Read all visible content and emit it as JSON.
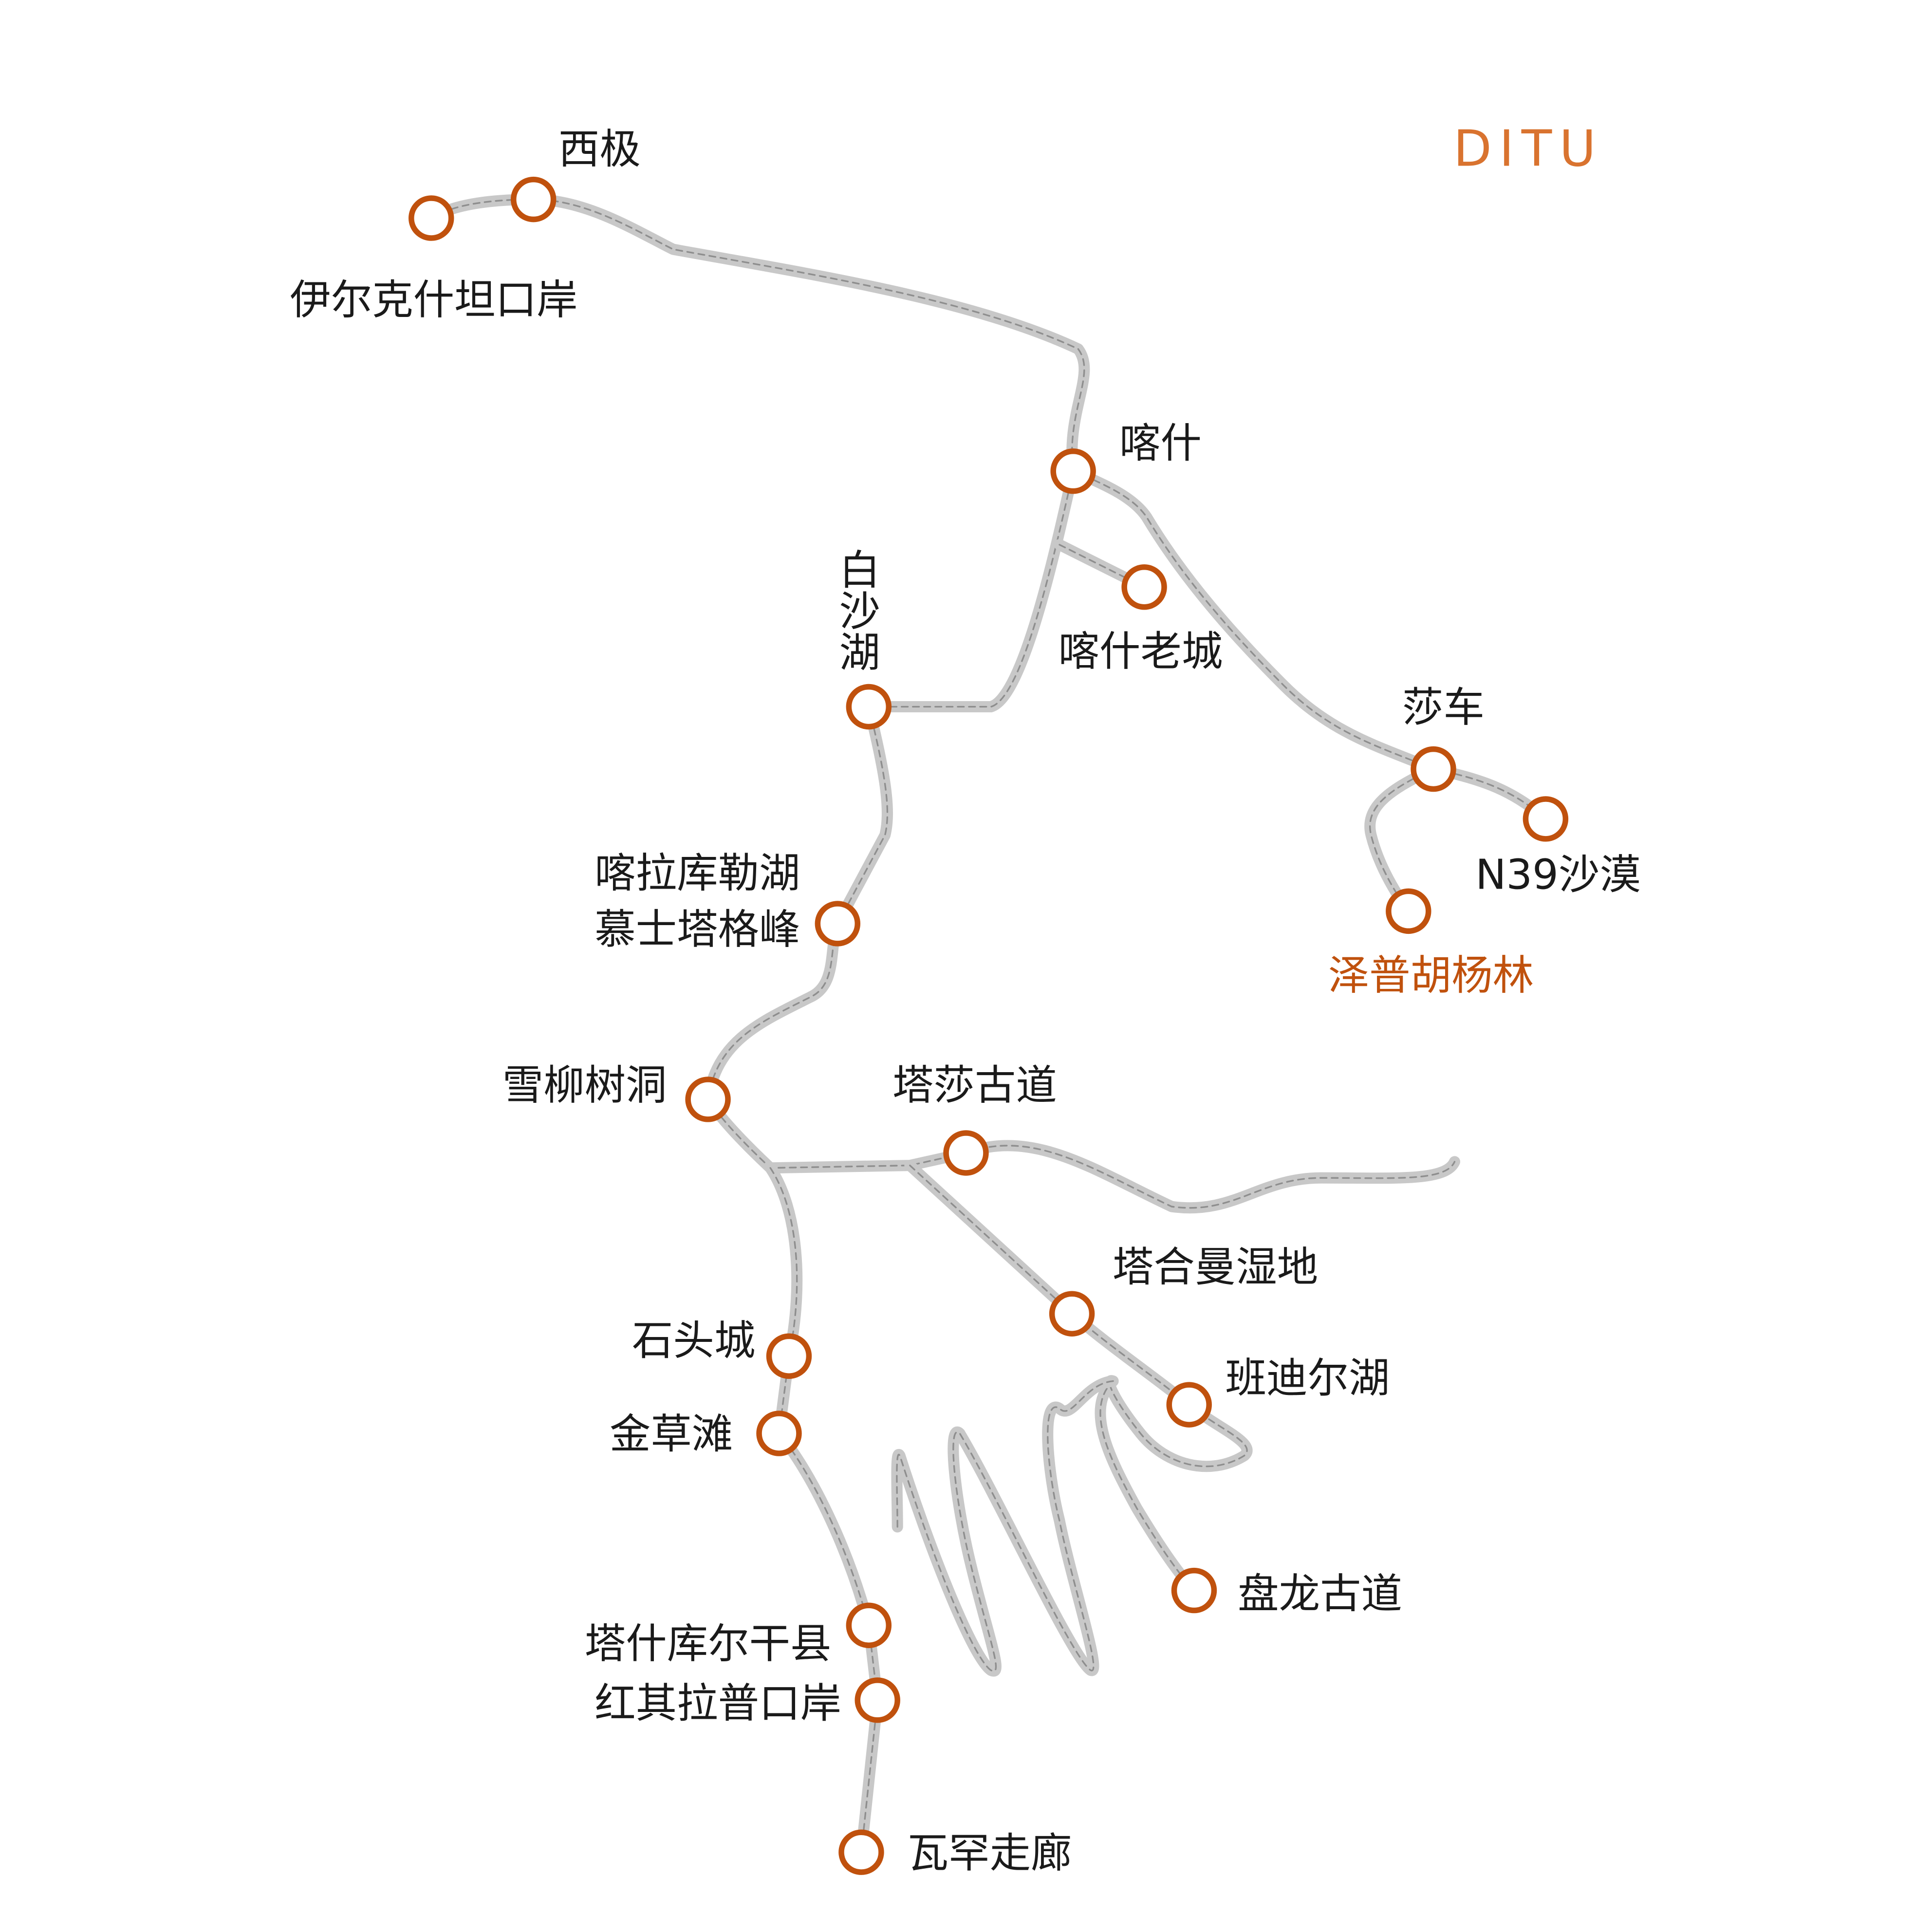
{
  "brand": "DITU",
  "colors": {
    "accent": "#c0510d",
    "road": "#c8c8c8",
    "brand": "#d9732f",
    "text": "#1a1a1a"
  },
  "stations": {
    "irkeshtam": "伊尔克什坦口岸",
    "xiji": "西极",
    "kashgar": "喀什",
    "kashgar_old_city": "喀什老城",
    "baisha_lake": "白沙湖",
    "shache": "莎车",
    "n39_desert": "N39沙漠",
    "zepu_poplar": "泽普胡杨林",
    "karakul_line1": "喀拉库勒湖",
    "karakul_line2": "慕士塔格峰",
    "snow_willow_cave": "雪柳树洞",
    "tasha_road": "塔莎古道",
    "tashiman_wetland": "塔合曼湿地",
    "bandier_lake": "班迪尔湖",
    "stone_city": "石头城",
    "golden_grassland": "金草滩",
    "panlong_road": "盘龙古道",
    "tashkurgan": "塔什库尔干县",
    "khunjerab": "红其拉普口岸",
    "wakhan": "瓦罕走廊"
  }
}
